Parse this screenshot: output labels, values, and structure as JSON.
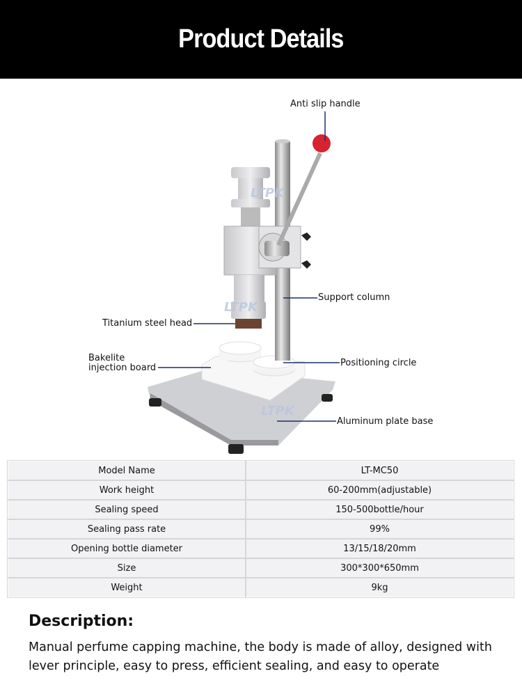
{
  "header": {
    "title": "Product Details"
  },
  "callouts": {
    "anti_slip_handle": "Anti slip handle",
    "support_column": "Support column",
    "titanium_steel_head": "Titanium steel head",
    "bakelite_line1": "Bakelite",
    "bakelite_line2": "injection board",
    "positioning_circle": "Positioning circle",
    "aluminum_plate_base": "Aluminum plate base"
  },
  "watermark": "LTPK",
  "specs": [
    {
      "name": "Model Name",
      "value": "LT-MC50"
    },
    {
      "name": "Work height",
      "value": "60-200mm(adjustable)"
    },
    {
      "name": "Sealing speed",
      "value": "150-500bottle/hour"
    },
    {
      "name": "Sealing pass rate",
      "value": "99%"
    },
    {
      "name": "Opening bottle diameter",
      "value": "13/15/18/20mm"
    },
    {
      "name": "Size",
      "value": "300*300*650mm"
    },
    {
      "name": "Weight",
      "value": "9kg"
    }
  ],
  "description": {
    "title": "Description:",
    "text": "Manual perfume capping machine, the body is made of alloy, designed with lever principle, easy to press, efficient sealing, and easy to operate"
  },
  "colors": {
    "callout_line": "#1c2f6b",
    "handle_ball": "#d8222f"
  }
}
